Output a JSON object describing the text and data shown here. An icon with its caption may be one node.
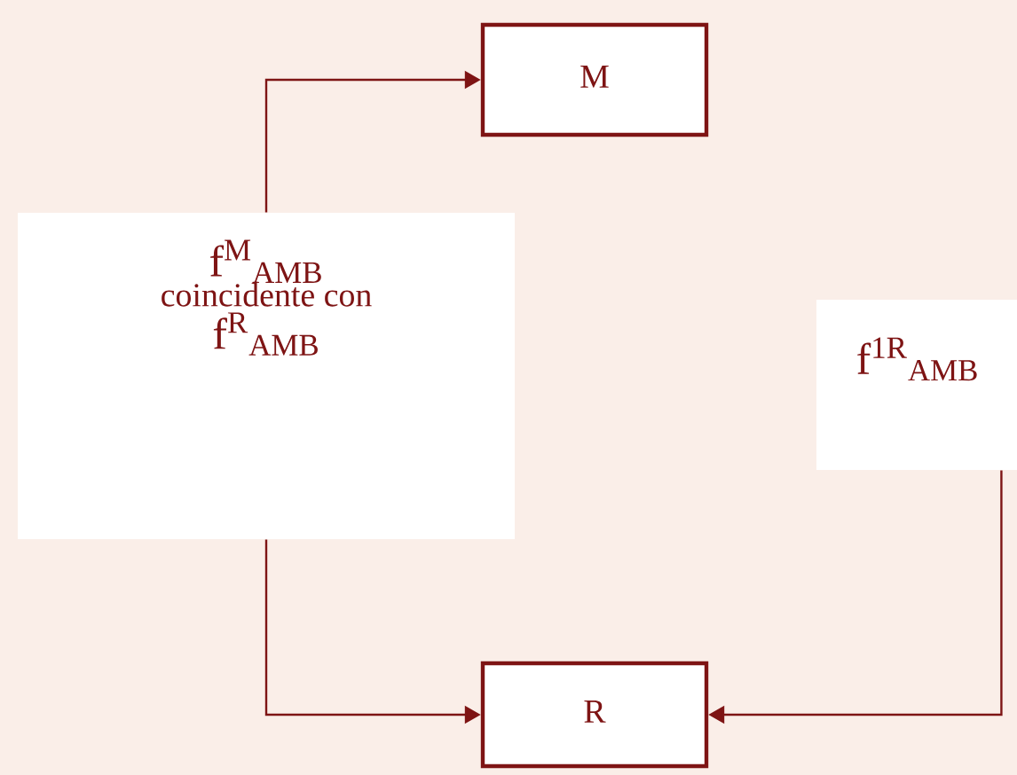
{
  "diagram": {
    "nodes": [
      {
        "text": [
          "M"
        ]
      },
      {
        "text": [
          "R"
        ]
      },
      {
        "text": [
          "f$^{M}$$_{AMB}$",
          "coincidente con",
          "f$^{R}$$_{AMB}$"
        ]
      },
      {
        "text": [
          "f$^{1R}$$_{AMB}$"
        ]
      }
    ],
    "edges": [
      {
        "from": 2,
        "to": 0,
        "arrow": "to"
      },
      {
        "from": 2,
        "to": 1,
        "arrow": "to"
      },
      {
        "from": 3,
        "to": 1,
        "arrow": "to"
      }
    ]
  }
}
